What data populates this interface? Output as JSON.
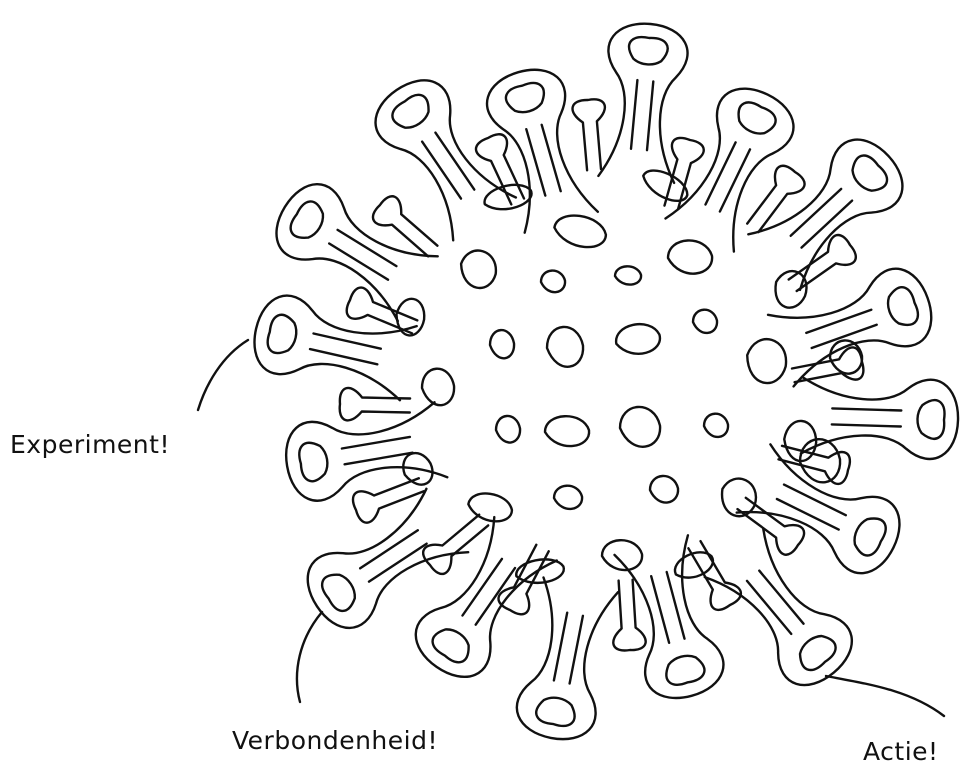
{
  "labels": {
    "experiment": "Experiment!",
    "verbondenheid": "Verbondenheid!",
    "actie": "Actie!"
  },
  "colors": {
    "ink": "#111111",
    "background": "#ffffff"
  }
}
